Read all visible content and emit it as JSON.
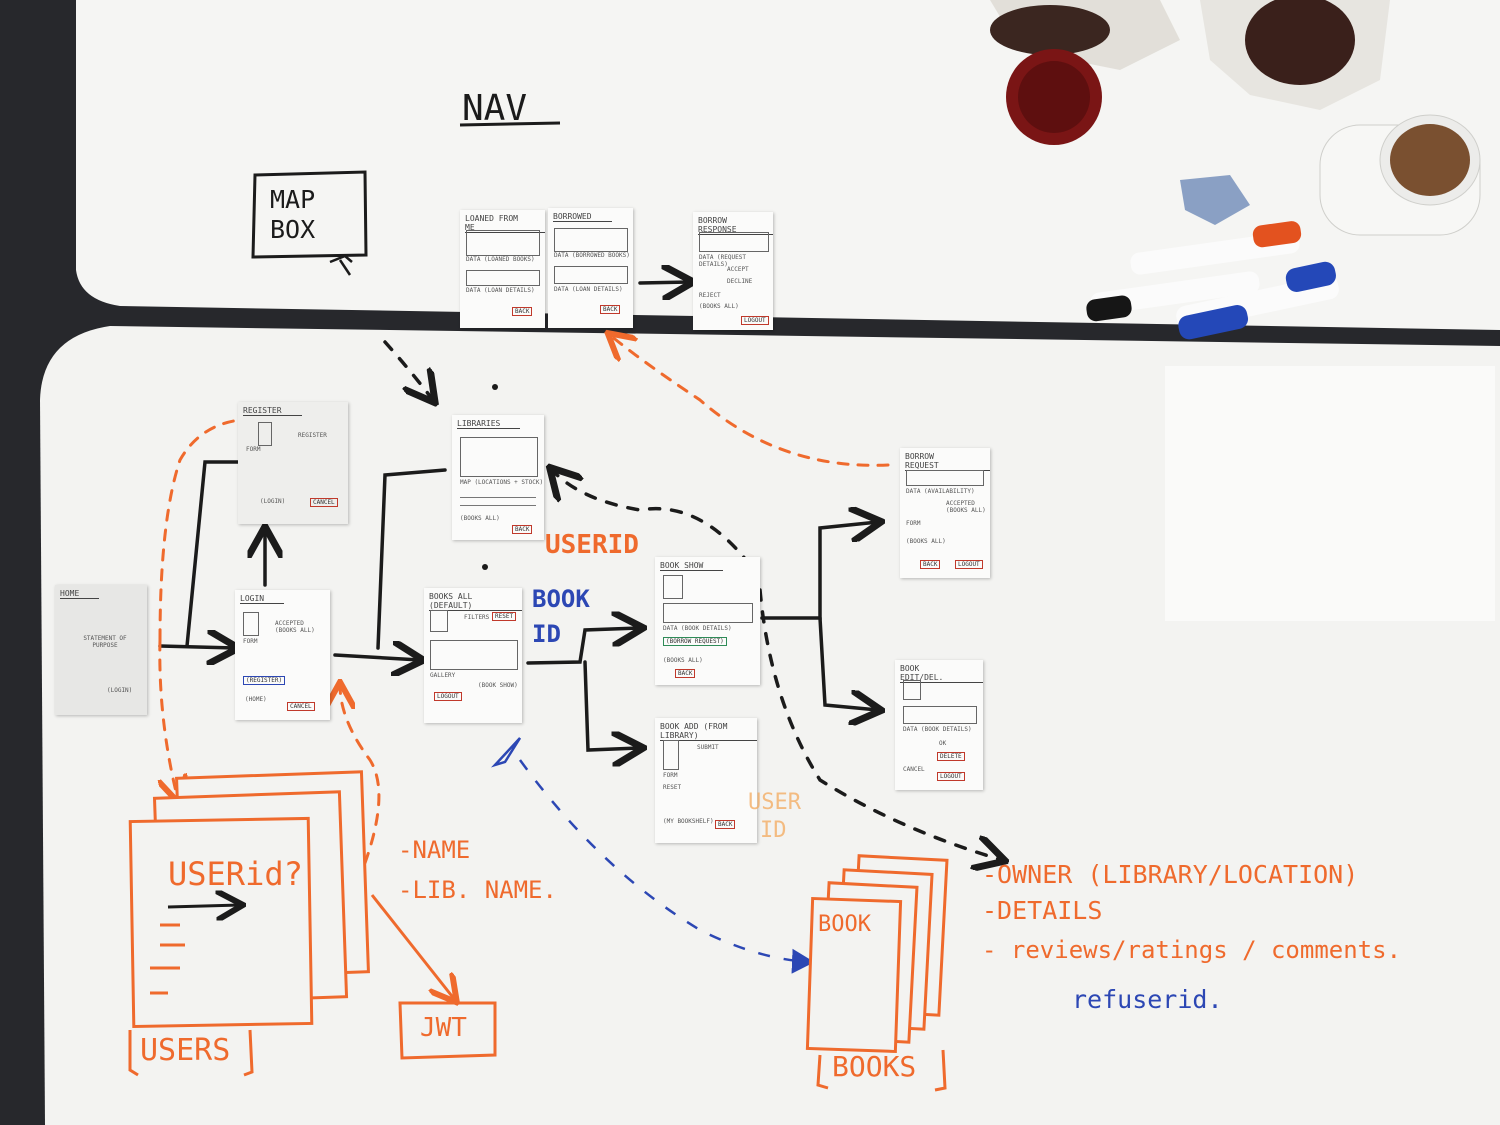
{
  "board": {
    "nav_heading": "NAV",
    "mapbox_label": "MAP BOX"
  },
  "screens": {
    "loaned": {
      "title": "LOANED FROM ME",
      "data_line": "DATA (LOANED BOOKS)",
      "details": "DATA (LOAN DETAILS)",
      "back": "BACK"
    },
    "borrowed": {
      "title": "BORROWED",
      "data_line": "DATA (BORROWED BOOKS)",
      "details": "DATA (LOAN DETAILS)",
      "back": "BACK"
    },
    "borrow_response": {
      "title": "BORROW RESPONSE",
      "data_line": "DATA (REQUEST DETAILS)",
      "accept": "ACCEPT",
      "decline": "DECLINE",
      "reject": "REJECT",
      "books_all": "(BOOKS ALL)",
      "logout": "LOGOUT"
    },
    "register": {
      "title": "REGISTER",
      "form": "FORM",
      "register_btn": "REGISTER",
      "login": "(LOGIN)",
      "cancel": "CANCEL"
    },
    "libraries": {
      "title": "LIBRARIES",
      "map": "MAP (LOCATIONS + STOCK)",
      "books_all": "(BOOKS ALL)",
      "back": "BACK"
    },
    "home": {
      "title": "HOME",
      "statement": "STATEMENT OF PURPOSE",
      "login": "(LOGIN)"
    },
    "login": {
      "title": "LOGIN",
      "form": "FORM",
      "accepted": "ACCEPTED (BOOKS ALL)",
      "register": "(REGISTER)",
      "home": "(HOME)",
      "cancel": "CANCEL"
    },
    "books_all": {
      "title": "BOOKS ALL (DEFAULT)",
      "filters": "FILTERS",
      "reset": "RESET",
      "gallery": "GALLERY",
      "book_show": "(BOOK SHOW)",
      "logout": "LOGOUT"
    },
    "book_show": {
      "title": "BOOK SHOW",
      "data_line": "DATA (BOOK DETAILS)",
      "borrow_request": "(BORROW REQUEST)",
      "books_all": "(BOOKS ALL)",
      "back": "BACK"
    },
    "book_add": {
      "title": "BOOK ADD (FROM LIBRARY)",
      "form": "FORM",
      "submit": "SUBMIT",
      "reset": "RESET",
      "my_bookshelf": "(MY BOOKSHELF)",
      "back": "BACK"
    },
    "borrow_request": {
      "title": "BORROW REQUEST",
      "data_line": "DATA (AVAILABILITY)",
      "accepted": "ACCEPTED (BOOKS ALL)",
      "form": "FORM",
      "books_all": "(BOOKS ALL)",
      "back": "BACK",
      "logout": "LOGOUT"
    },
    "book_edit": {
      "title": "BOOK EDIT/DEL.",
      "data_line": "DATA (BOOK DETAILS)",
      "ok": "OK",
      "delete": "DELETE",
      "cancel": "CANCEL",
      "logout": "LOGOUT"
    }
  },
  "annotations": {
    "userid_orange": "USERID",
    "bookid_blue_1": "BOOK",
    "bookid_blue_2": "ID",
    "userid_pale_1": "USER",
    "userid_pale_2": "ID",
    "users_card_title": "USERid?",
    "users_label": "USERS",
    "users_field_1": "-NAME",
    "users_field_2": "-LIB. NAME.",
    "jwt_label": "JWT",
    "book_card_title": "BOOK",
    "books_label": "BOOKS",
    "books_field_1": "-OWNER (LIBRARY/LOCATION)",
    "books_field_2": "-DETAILS",
    "books_field_3": "- reviews/ratings / comments.",
    "books_field_4": "refuserid."
  },
  "colors": {
    "board": "#f4f4f2",
    "marker_orange": "#ef6a2d",
    "marker_blue": "#2c47b4",
    "marker_black": "#1b1b1b",
    "table_dark": "#27282c"
  }
}
